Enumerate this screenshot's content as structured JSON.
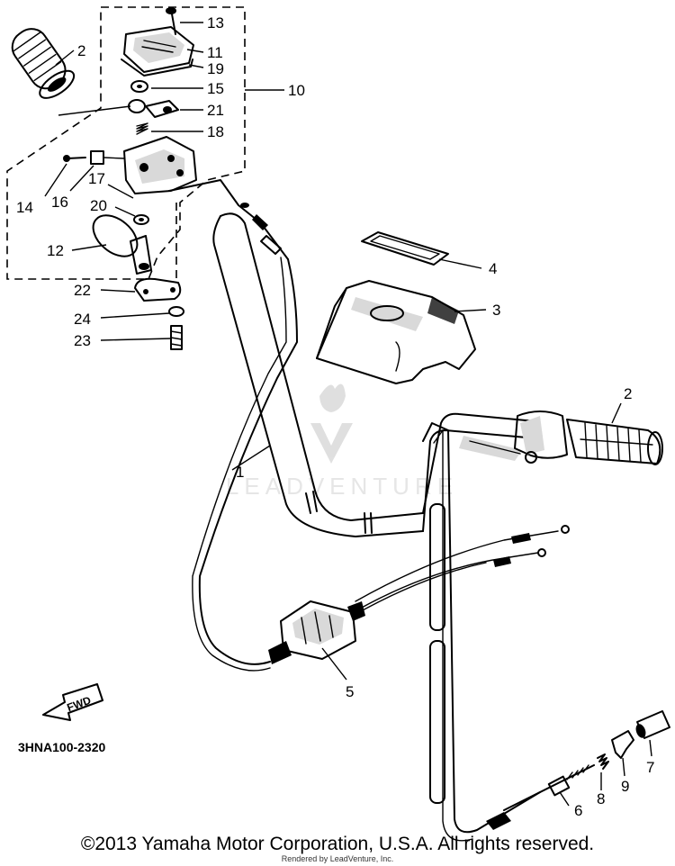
{
  "callouts": {
    "c1": "1",
    "c2a": "2",
    "c2b": "2",
    "c3": "3",
    "c4": "4",
    "c5": "5",
    "c6": "6",
    "c7": "7",
    "c8": "8",
    "c9": "9",
    "c10": "10",
    "c11": "11",
    "c12": "12",
    "c13": "13",
    "c14": "14",
    "c15": "15",
    "c16": "16",
    "c17": "17",
    "c18": "18",
    "c19": "19",
    "c20": "20",
    "c21": "21",
    "c22": "22",
    "c23": "23",
    "c24": "24"
  },
  "fwd_label": "FWD",
  "drawing_code": "3HNA100-2320",
  "watermark": "LEADVENTURE",
  "copyright": "©2013 Yamaha Motor Corporation, U.S.A. All rights reserved.",
  "rendered_by": "Rendered by LeadVenture, Inc."
}
